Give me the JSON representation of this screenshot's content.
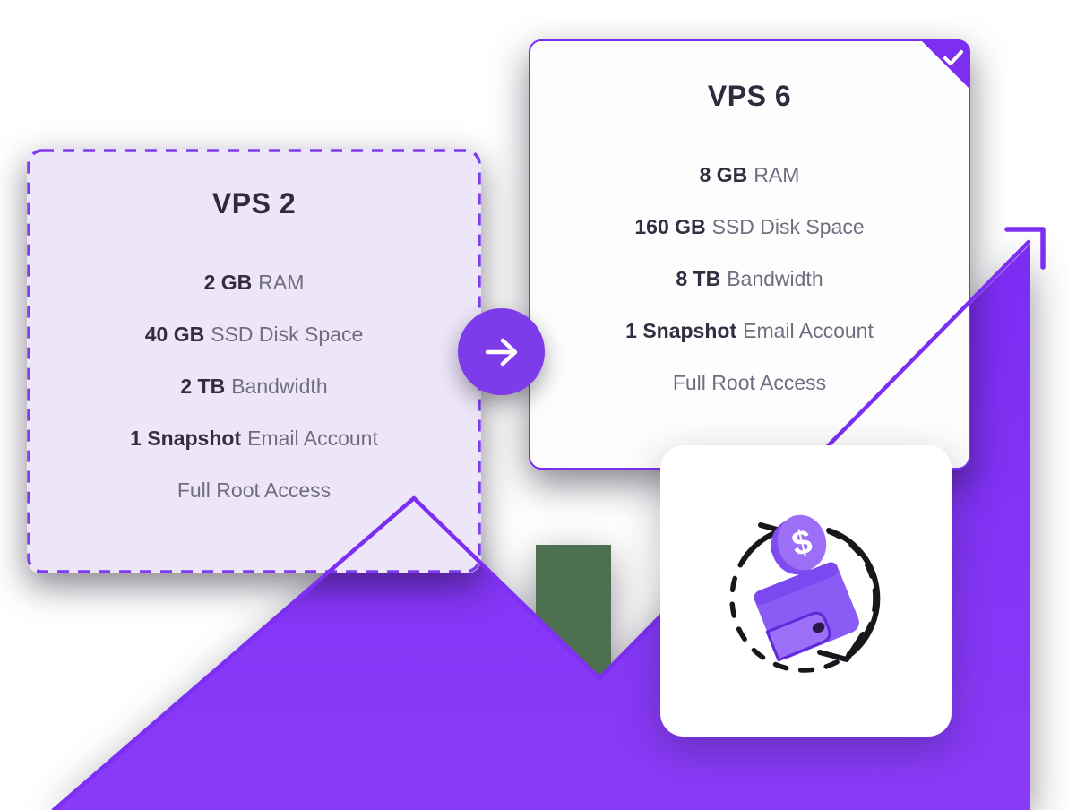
{
  "colors": {
    "accent_purple": "#7c2ff2",
    "circle_purple": "#7d3bea",
    "card_from_bg": "#ece6f8",
    "card_to_bg": "#fdfdfe",
    "title_text": "#2f2b3d",
    "feature_bold_text": "#322d40",
    "feature_muted_text": "#716d80",
    "mountain_fill_top": "#7b2cf3",
    "mountain_fill_bottom": "#8a3bf8",
    "green_block": "#4d7150",
    "wallet_body": "#8a5cf5",
    "coin_face": "#9d6ff7",
    "icon_stroke_dark": "#17171c"
  },
  "plan_from": {
    "title": "VPS 2",
    "features": [
      {
        "bold": "2 GB",
        "rest": "RAM"
      },
      {
        "bold": "40 GB",
        "rest": "SSD Disk Space"
      },
      {
        "bold": "2 TB",
        "rest": "Bandwidth"
      },
      {
        "bold": "1 Snapshot",
        "rest": "Email Account"
      },
      {
        "bold": "",
        "rest": "Full Root Access"
      }
    ]
  },
  "plan_to": {
    "title": "VPS 6",
    "features": [
      {
        "bold": "8 GB",
        "rest": "RAM"
      },
      {
        "bold": "160 GB",
        "rest": "SSD Disk Space"
      },
      {
        "bold": "8 TB",
        "rest": "Bandwidth"
      },
      {
        "bold": "1 Snapshot",
        "rest": "Email Account"
      },
      {
        "bold": "",
        "rest": "Full Root Access"
      }
    ]
  },
  "icons": {
    "upgrade_arrow": "arrow-right-icon",
    "selected_badge": "checkmark-icon",
    "money_back": "wallet-refund-icon",
    "growth": "arrow-up-right-icon",
    "coin_symbol": "$"
  }
}
